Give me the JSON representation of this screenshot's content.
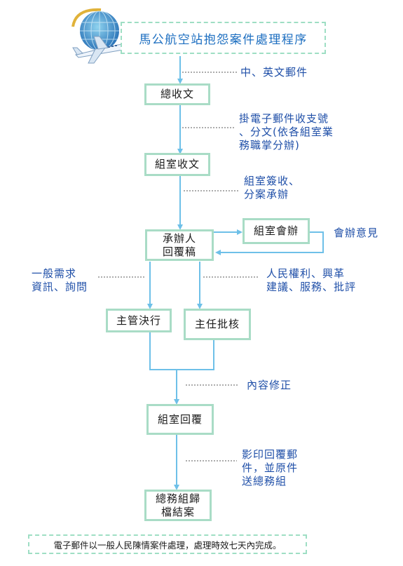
{
  "title": "馬公航空站抱怨案件處理程序",
  "logo": {
    "icon": "globe-airplane-icon"
  },
  "colors": {
    "box_border": "#a9dcc6",
    "connector": "#6ec0e8",
    "note_text": "#1f4fa8",
    "title_text": "#1c6ec0"
  },
  "boxes": {
    "general_receipt": "總收文",
    "unit_receipt": "組室收文",
    "handler_draft": "承辦人\n回覆稿",
    "unit_consult": "組室會辦",
    "supervisor_decision": "主管決行",
    "director_approval": "主任批核",
    "unit_reply": "組室回覆",
    "archive": "總務組歸\n檔結案"
  },
  "notes": {
    "email_langs": "中、英文郵件",
    "assign_number": "掛電子郵件收支號\n、分文(依各組室業\n務職掌分辦)",
    "unit_sign": "組室簽收、\n分案承辦",
    "consult_opinion": "會辦意見",
    "general_inquiry": "一般需求\n資訊、詢問",
    "rights_suggestions": "人民權利、興革\n建議、服務、批評",
    "content_revision": "內容修正",
    "copy_reply": "影印回覆郵\n件，並原件\n送總務組"
  },
  "footer": "電子郵件以一般人民陳情案件處理，處理時效七天內完成。"
}
